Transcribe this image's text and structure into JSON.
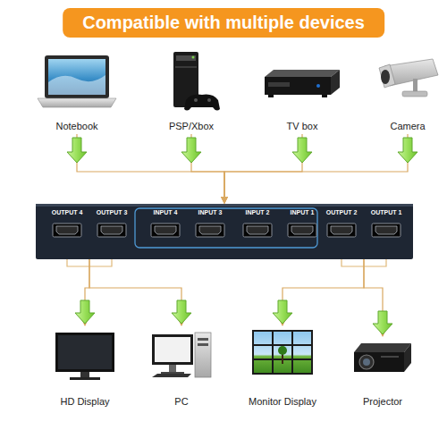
{
  "diagram": {
    "title": "Compatible with multiple devices",
    "nodes": [
      {
        "text": [
          "Notebook"
        ]
      },
      {
        "text": [
          "PSP/Xbox"
        ]
      },
      {
        "text": [
          "TV box"
        ]
      },
      {
        "text": [
          "Camera"
        ]
      },
      {
        "text": [
          "OUTPUT 4",
          "OUTPUT 3",
          "INPUT 4",
          "INPUT 3",
          "INPUT 2",
          "INPUT 1",
          "OUTPUT 2",
          "OUTPUT 1"
        ]
      },
      {
        "text": [
          "HD Display"
        ]
      },
      {
        "text": [
          "PC"
        ]
      },
      {
        "text": [
          "Monitor Display"
        ]
      },
      {
        "text": [
          "Projector"
        ]
      }
    ],
    "edges": [
      {
        "from": 0,
        "to": 4,
        "arrow": "to"
      },
      {
        "from": 1,
        "to": 4,
        "arrow": "to"
      },
      {
        "from": 2,
        "to": 4,
        "arrow": "to"
      },
      {
        "from": 3,
        "to": 4,
        "arrow": "to"
      },
      {
        "from": 4,
        "to": 5,
        "arrow": "to"
      },
      {
        "from": 4,
        "to": 6,
        "arrow": "to"
      },
      {
        "from": 4,
        "to": 7,
        "arrow": "to"
      },
      {
        "from": 4,
        "to": 8,
        "arrow": "to"
      }
    ]
  }
}
